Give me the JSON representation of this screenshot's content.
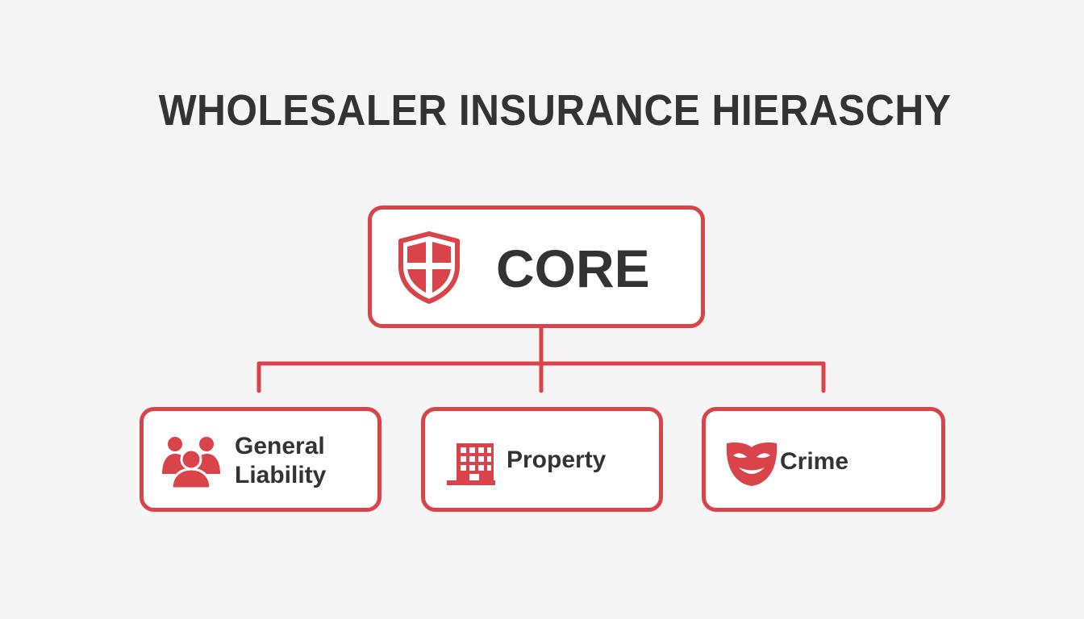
{
  "title": "WHOLESALER INSURANCE HIERASCHY",
  "colors": {
    "accent": "#d9434a",
    "text": "#333333",
    "background": "#f5f5f5"
  },
  "root": {
    "label": "CORE",
    "icon": "shield-icon"
  },
  "children": [
    {
      "line1": "General",
      "line2": "Liability",
      "icon": "people-group-icon"
    },
    {
      "label": "Property",
      "icon": "building-icon"
    },
    {
      "label": "Crime",
      "icon": "theater-mask-icon"
    }
  ]
}
